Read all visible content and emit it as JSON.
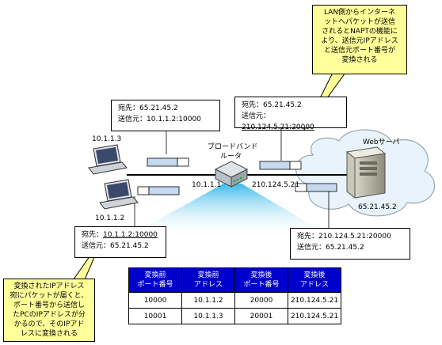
{
  "notes": {
    "top": [
      "LAN側からインターネ",
      "ットへパケットが送信",
      "されるとNAPTの機能に",
      "より、送信元IPアドレス",
      "と送信元ポート番号が",
      "変換される"
    ],
    "bottom": [
      "変換されたIPアドレス",
      "宛にパケットが届くと、",
      "ポート番号から送信し",
      "たPCのIPアドレスが分",
      "かるので、そのIPアド",
      "レスに変換される"
    ]
  },
  "boxes": {
    "lan_out": {
      "dest_label": "宛先：",
      "dest_value": "65.21.45.2",
      "src_label": "送信元：",
      "src_value": "10.1.1.2:10000"
    },
    "wan_out": {
      "dest_label": "宛先：",
      "dest_value": "65.21.45.2",
      "src_label": "送信元：",
      "src_value": "210.124.5.21:20000"
    },
    "wan_in": {
      "dest_label": "宛先：",
      "dest_value": "210.124.5.21:20000",
      "src_label": "送信元：",
      "src_value": "65.21.45.2"
    },
    "lan_in": {
      "dest_label": "宛先：",
      "dest_value": "10.1.1.2:10000",
      "src_label": "送信元：",
      "src_value": "65.21.45.2"
    }
  },
  "labels": {
    "pc_top_ip": "10.1.1.3",
    "pc_bottom_ip": "10.1.1.2",
    "router_name_1": "ブロードバンド",
    "router_name_2": "ルータ",
    "router_lan_ip": "10.1.1.1",
    "router_wan_ip": "210.124.5.21",
    "server_name": "Webサーバ",
    "server_ip": "65.21.45.2"
  },
  "table": {
    "headers": [
      [
        "変換前",
        "ポート番号"
      ],
      [
        "変換前",
        "アドレス"
      ],
      [
        "変換後",
        "ポート番号"
      ],
      [
        "変換後",
        "アドレス"
      ]
    ],
    "rows": [
      [
        "10000",
        "10.1.1.2",
        "20000",
        "210.124.5.21"
      ],
      [
        "10001",
        "10.1.1.3",
        "20001",
        "210.124.5.21"
      ]
    ]
  },
  "colors": {
    "note_fill": "#ffff99",
    "header_fill": "#0000cc",
    "beam": "#5bc8ef",
    "packet": "#c6d9f1",
    "cloud": "#e6f2fa"
  }
}
